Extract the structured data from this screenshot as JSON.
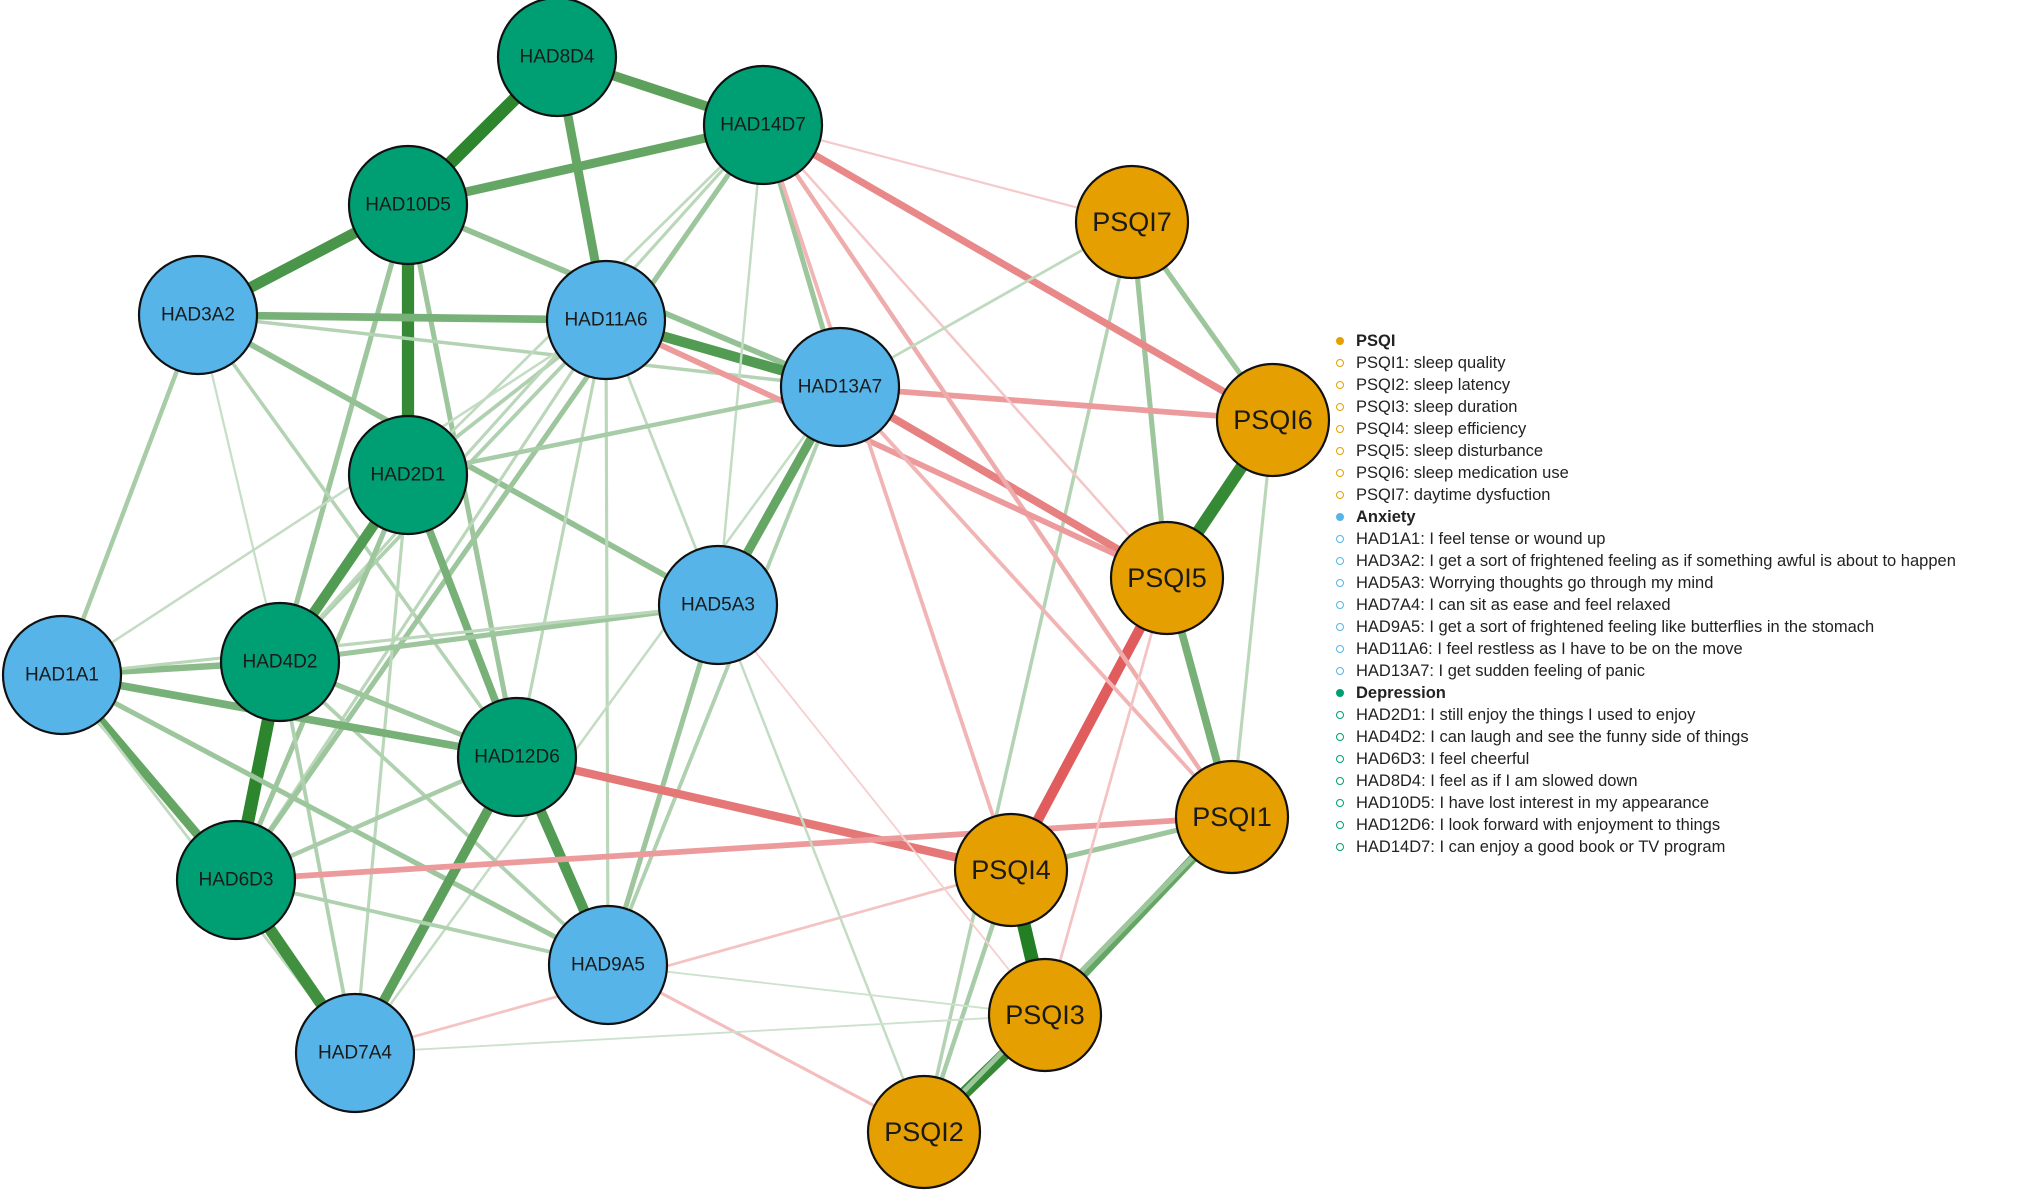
{
  "colors": {
    "psqi": "#E69F00",
    "anxiety": "#56B4E9",
    "depression": "#009E73",
    "positive_edge": "#1a7a1a",
    "negative_edge": "#d62728"
  },
  "nodes": [
    {
      "id": "HAD8D4",
      "label": "HAD8D4",
      "group": "depression"
    },
    {
      "id": "HAD14D7",
      "label": "HAD14D7",
      "group": "depression"
    },
    {
      "id": "HAD10D5",
      "label": "HAD10D5",
      "group": "depression"
    },
    {
      "id": "HAD3A2",
      "label": "HAD3A2",
      "group": "anxiety"
    },
    {
      "id": "HAD11A6",
      "label": "HAD11A6",
      "group": "anxiety"
    },
    {
      "id": "HAD13A7",
      "label": "HAD13A7",
      "group": "anxiety"
    },
    {
      "id": "HAD2D1",
      "label": "HAD2D1",
      "group": "depression"
    },
    {
      "id": "HAD5A3",
      "label": "HAD5A3",
      "group": "anxiety"
    },
    {
      "id": "HAD1A1",
      "label": "HAD1A1",
      "group": "anxiety"
    },
    {
      "id": "HAD4D2",
      "label": "HAD4D2",
      "group": "depression"
    },
    {
      "id": "HAD12D6",
      "label": "HAD12D6",
      "group": "depression"
    },
    {
      "id": "HAD6D3",
      "label": "HAD6D3",
      "group": "depression"
    },
    {
      "id": "HAD9A5",
      "label": "HAD9A5",
      "group": "anxiety"
    },
    {
      "id": "HAD7A4",
      "label": "HAD7A4",
      "group": "anxiety"
    },
    {
      "id": "PSQI7",
      "label": "PSQI7",
      "group": "psqi"
    },
    {
      "id": "PSQI6",
      "label": "PSQI6",
      "group": "psqi"
    },
    {
      "id": "PSQI5",
      "label": "PSQI5",
      "group": "psqi"
    },
    {
      "id": "PSQI1",
      "label": "PSQI1",
      "group": "psqi"
    },
    {
      "id": "PSQI4",
      "label": "PSQI4",
      "group": "psqi"
    },
    {
      "id": "PSQI3",
      "label": "PSQI3",
      "group": "psqi"
    },
    {
      "id": "PSQI2",
      "label": "PSQI2",
      "group": "psqi"
    }
  ],
  "edges": [
    [
      "HAD8D4",
      "HAD10D5",
      0.9
    ],
    [
      "HAD8D4",
      "HAD14D7",
      0.65
    ],
    [
      "HAD8D4",
      "HAD11A6",
      0.6
    ],
    [
      "HAD10D5",
      "HAD14D7",
      0.6
    ],
    [
      "HAD10D5",
      "HAD3A2",
      0.75
    ],
    [
      "HAD10D5",
      "HAD2D1",
      0.85
    ],
    [
      "HAD10D5",
      "HAD12D6",
      0.3
    ],
    [
      "HAD10D5",
      "HAD13A7",
      0.35
    ],
    [
      "HAD10D5",
      "HAD4D2",
      0.3
    ],
    [
      "HAD3A2",
      "HAD11A6",
      0.5
    ],
    [
      "HAD3A2",
      "HAD13A7",
      0.18
    ],
    [
      "HAD3A2",
      "HAD5A3",
      0.35
    ],
    [
      "HAD3A2",
      "HAD1A1",
      0.25
    ],
    [
      "HAD3A2",
      "HAD4D2",
      0.08
    ],
    [
      "HAD3A2",
      "HAD12D6",
      0.18
    ],
    [
      "HAD11A6",
      "HAD13A7",
      0.7
    ],
    [
      "HAD11A6",
      "HAD2D1",
      0.2
    ],
    [
      "HAD11A6",
      "HAD4D2",
      0.2
    ],
    [
      "HAD11A6",
      "HAD6D3",
      0.15
    ],
    [
      "HAD11A6",
      "HAD9A5",
      0.15
    ],
    [
      "HAD11A6",
      "HAD12D6",
      0.15
    ],
    [
      "HAD11A6",
      "HAD5A3",
      0.12
    ],
    [
      "HAD11A6",
      "HAD1A1",
      0.1
    ],
    [
      "HAD14D7",
      "HAD13A7",
      0.3
    ],
    [
      "HAD14D7",
      "HAD6D3",
      0.3
    ],
    [
      "HAD14D7",
      "HAD4D2",
      0.15
    ],
    [
      "HAD14D7",
      "HAD2D1",
      0.12
    ],
    [
      "HAD14D7",
      "HAD5A3",
      0.1
    ],
    [
      "HAD13A7",
      "HAD2D1",
      0.25
    ],
    [
      "HAD13A7",
      "HAD5A3",
      0.6
    ],
    [
      "HAD13A7",
      "HAD9A5",
      0.2
    ],
    [
      "HAD13A7",
      "HAD7A4",
      0.1
    ],
    [
      "HAD2D1",
      "HAD4D2",
      0.7
    ],
    [
      "HAD2D1",
      "HAD12D6",
      0.5
    ],
    [
      "HAD2D1",
      "HAD6D3",
      0.3
    ],
    [
      "HAD2D1",
      "HAD7A4",
      0.15
    ],
    [
      "HAD4D2",
      "HAD6D3",
      0.9
    ],
    [
      "HAD4D2",
      "HAD5A3",
      0.3
    ],
    [
      "HAD4D2",
      "HAD9A5",
      0.2
    ],
    [
      "HAD4D2",
      "HAD7A4",
      0.2
    ],
    [
      "HAD4D2",
      "HAD12D6",
      0.3
    ],
    [
      "HAD1A1",
      "HAD4D2",
      0.4
    ],
    [
      "HAD1A1",
      "HAD12D6",
      0.5
    ],
    [
      "HAD1A1",
      "HAD6D3",
      0.6
    ],
    [
      "HAD1A1",
      "HAD9A5",
      0.3
    ],
    [
      "HAD1A1",
      "HAD7A4",
      0.12
    ],
    [
      "HAD12D6",
      "HAD9A5",
      0.7
    ],
    [
      "HAD12D6",
      "HAD7A4",
      0.65
    ],
    [
      "HAD12D6",
      "HAD6D3",
      0.25
    ],
    [
      "HAD5A3",
      "HAD9A5",
      0.3
    ],
    [
      "HAD5A3",
      "HAD1A1",
      0.15
    ],
    [
      "HAD6D3",
      "HAD7A4",
      0.8
    ],
    [
      "HAD6D3",
      "HAD9A5",
      0.2
    ],
    [
      "PSQI5",
      "PSQI6",
      0.85
    ],
    [
      "PSQI5",
      "PSQI1",
      0.5
    ],
    [
      "PSQI7",
      "PSQI6",
      0.3
    ],
    [
      "PSQI7",
      "PSQI5",
      0.3
    ],
    [
      "PSQI4",
      "PSQI3",
      0.95
    ],
    [
      "PSQI3",
      "PSQI2",
      0.85
    ],
    [
      "PSQI1",
      "PSQI3",
      0.6
    ],
    [
      "PSQI1",
      "PSQI4",
      0.3
    ],
    [
      "PSQI1",
      "PSQI2",
      0.3
    ],
    [
      "PSQI6",
      "PSQI1",
      0.15
    ],
    [
      "PSQI7",
      "PSQI2",
      0.18
    ],
    [
      "PSQI4",
      "PSQI2",
      0.25
    ],
    [
      "PSQI5",
      "PSQI4",
      -0.7
    ],
    [
      "HAD12D6",
      "PSQI4",
      -0.55
    ],
    [
      "HAD13A7",
      "PSQI5",
      -0.5
    ],
    [
      "HAD13A7",
      "PSQI6",
      -0.35
    ],
    [
      "HAD14D7",
      "PSQI6",
      -0.45
    ],
    [
      "HAD14D7",
      "PSQI1",
      -0.25
    ],
    [
      "HAD11A6",
      "PSQI5",
      -0.35
    ],
    [
      "HAD6D3",
      "PSQI1",
      -0.35
    ],
    [
      "HAD14D7",
      "PSQI4",
      -0.2
    ],
    [
      "HAD14D7",
      "PSQI7",
      -0.08
    ],
    [
      "HAD7A4",
      "PSQI4",
      -0.12
    ],
    [
      "HAD9A5",
      "PSQI2",
      -0.15
    ],
    [
      "HAD13A7",
      "PSQI1",
      -0.2
    ],
    [
      "PSQI5",
      "PSQI3",
      -0.12
    ],
    [
      "HAD5A3",
      "PSQI3",
      -0.05
    ],
    [
      "HAD14D7",
      "PSQI5",
      -0.1
    ],
    [
      "HAD13A7",
      "PSQI7",
      0.12
    ],
    [
      "HAD5A3",
      "PSQI2",
      0.1
    ],
    [
      "HAD7A4",
      "PSQI3",
      0.05
    ],
    [
      "HAD9A5",
      "PSQI3",
      0.05
    ]
  ],
  "legend": [
    {
      "text": "PSQI",
      "group": "psqi",
      "type": "group"
    },
    {
      "text": "PSQI1: sleep quality",
      "group": "psqi",
      "type": "item"
    },
    {
      "text": "PSQI2: sleep latency",
      "group": "psqi",
      "type": "item"
    },
    {
      "text": "PSQI3: sleep duration",
      "group": "psqi",
      "type": "item"
    },
    {
      "text": "PSQI4: sleep efficiency",
      "group": "psqi",
      "type": "item"
    },
    {
      "text": "PSQI5: sleep disturbance",
      "group": "psqi",
      "type": "item"
    },
    {
      "text": "PSQI6: sleep medication use",
      "group": "psqi",
      "type": "item"
    },
    {
      "text": "PSQI7: daytime dysfuction",
      "group": "psqi",
      "type": "item"
    },
    {
      "text": "Anxiety",
      "group": "anxiety",
      "type": "group"
    },
    {
      "text": "HAD1A1: I feel tense or wound up",
      "group": "anxiety",
      "type": "item"
    },
    {
      "text": "HAD3A2: I get a sort of frightened feeling as if something awful is about to happen",
      "group": "anxiety",
      "type": "item"
    },
    {
      "text": "HAD5A3: Worrying thoughts go through my mind",
      "group": "anxiety",
      "type": "item"
    },
    {
      "text": "HAD7A4: I can sit as ease and feel relaxed",
      "group": "anxiety",
      "type": "item"
    },
    {
      "text": "HAD9A5: I get a sort of frightened feeling like butterflies in the stomach",
      "group": "anxiety",
      "type": "item"
    },
    {
      "text": "HAD11A6: I feel restless as I have to be on the move",
      "group": "anxiety",
      "type": "item"
    },
    {
      "text": "HAD13A7: I get sudden feeling of panic",
      "group": "anxiety",
      "type": "item"
    },
    {
      "text": "Depression",
      "group": "depression",
      "type": "group"
    },
    {
      "text": "HAD2D1: I still enjoy the things I used to enjoy",
      "group": "depression",
      "type": "item"
    },
    {
      "text": "HAD4D2: I can laugh and see the funny side of things",
      "group": "depression",
      "type": "item"
    },
    {
      "text": "HAD6D3: I feel cheerful",
      "group": "depression",
      "type": "item"
    },
    {
      "text": "HAD8D4: I feel as if I am slowed down",
      "group": "depression",
      "type": "item"
    },
    {
      "text": "HAD10D5: I have lost interest in my appearance",
      "group": "depression",
      "type": "item"
    },
    {
      "text": "HAD12D6: I look forward with enjoyment to things",
      "group": "depression",
      "type": "item"
    },
    {
      "text": "HAD14D7: I can enjoy a good book or TV program",
      "group": "depression",
      "type": "item"
    }
  ]
}
